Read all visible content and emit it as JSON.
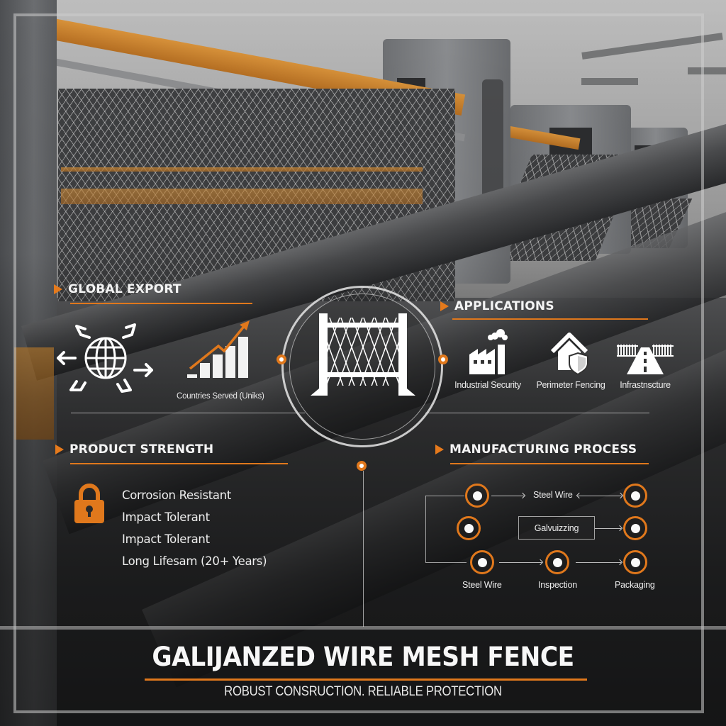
{
  "colors": {
    "accent": "#e0781c",
    "text": "#f4f4f4",
    "frame_line": "#c8c8c8"
  },
  "sections": {
    "global_export": {
      "heading": "GLOBAL EXPORT",
      "icons": [
        "globe-with-circular-arrows-icon",
        "rising-bar-chart-icon"
      ],
      "chart_caption": "Countries Served (Uniks)"
    },
    "applications": {
      "heading": "APPLICATIONS",
      "items": [
        {
          "icon": "factory-icon",
          "label": "Industrial Security"
        },
        {
          "icon": "house-shield-icon",
          "label": "Perimeter Fencing"
        },
        {
          "icon": "fence-road-icon",
          "label": "Infrastnscture"
        }
      ]
    },
    "center": {
      "icon": "wire-mesh-fence-panel-icon"
    },
    "product_strength": {
      "heading": "PRODUCT STRENGTH",
      "icon": "padlock-icon",
      "items": [
        "Corrosion Resistant",
        "Impact Tolerant",
        "Impact Tolerant",
        "Long Lifesam (20+ Years)"
      ]
    },
    "manufacturing_process": {
      "heading": "MANUFACTURING PROCESS",
      "row1_label": "Steel Wire",
      "row2_box_label": "Galvuizzing",
      "row3_labels": [
        "Steel Wire",
        "Inspection",
        "Packaging"
      ]
    }
  },
  "footer": {
    "title": "GALIJANZED WIRE MESH FENCE",
    "subtitle": "ROBUST CONSRUCTION. RELIABLE PROTECTION"
  }
}
